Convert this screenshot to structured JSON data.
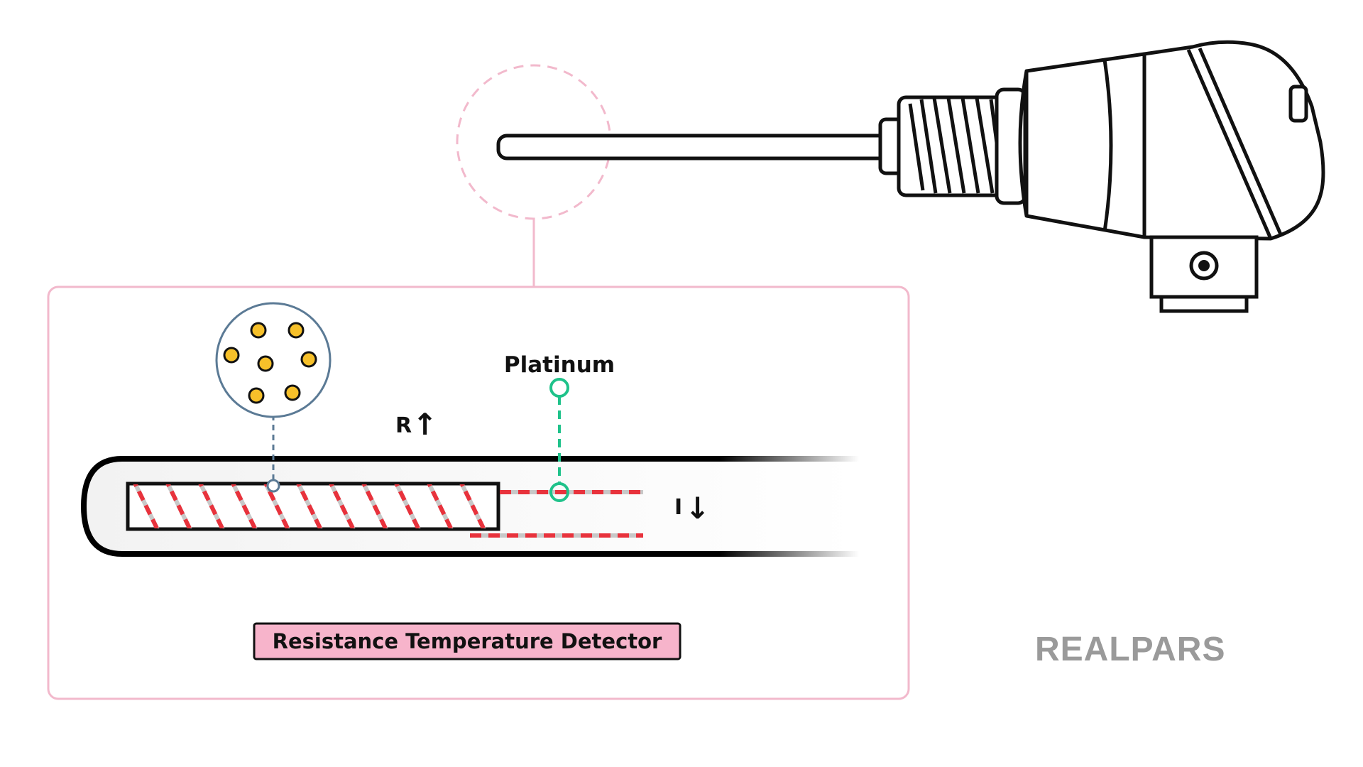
{
  "labels": {
    "platinum": "Platinum",
    "resistance_symbol": "R",
    "current_symbol": "I",
    "resistance_arrow": "↑",
    "current_arrow": "↓",
    "caption": "Resistance Temperature Detector",
    "logo": "REALPARS"
  },
  "icons": {
    "resistance_arrow": "arrow-up-icon",
    "current_arrow": "arrow-down-icon",
    "atom_cluster": "atom-cluster-icon"
  },
  "colors": {
    "accent_pink": "#f2b9cc",
    "caption_bg": "#f7b4cb",
    "wire_red": "#e8323c",
    "platinum_green": "#1fc28a",
    "atom_yellow": "#f6c02a",
    "atom_border": "#5b7a95",
    "logo_gray": "#9a9a9a"
  }
}
